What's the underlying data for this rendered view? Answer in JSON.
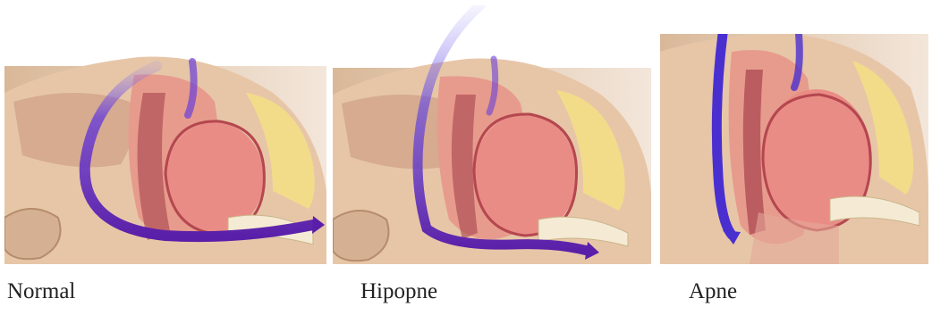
{
  "panels": [
    {
      "id": "normal",
      "caption": "Normal",
      "airflow": "open"
    },
    {
      "id": "hipopne",
      "caption": "Hipopne",
      "airflow": "reduced"
    },
    {
      "id": "apne",
      "caption": "Apne",
      "airflow": "blocked"
    }
  ],
  "colors": {
    "skin": "#e9c6a6",
    "skin_shadow": "#caa07c",
    "tissue": "#e98a84",
    "tissue_dark": "#b4474f",
    "fat": "#f2dc8a",
    "bone": "#f7ead2",
    "airflow": "#5a2fd0"
  }
}
